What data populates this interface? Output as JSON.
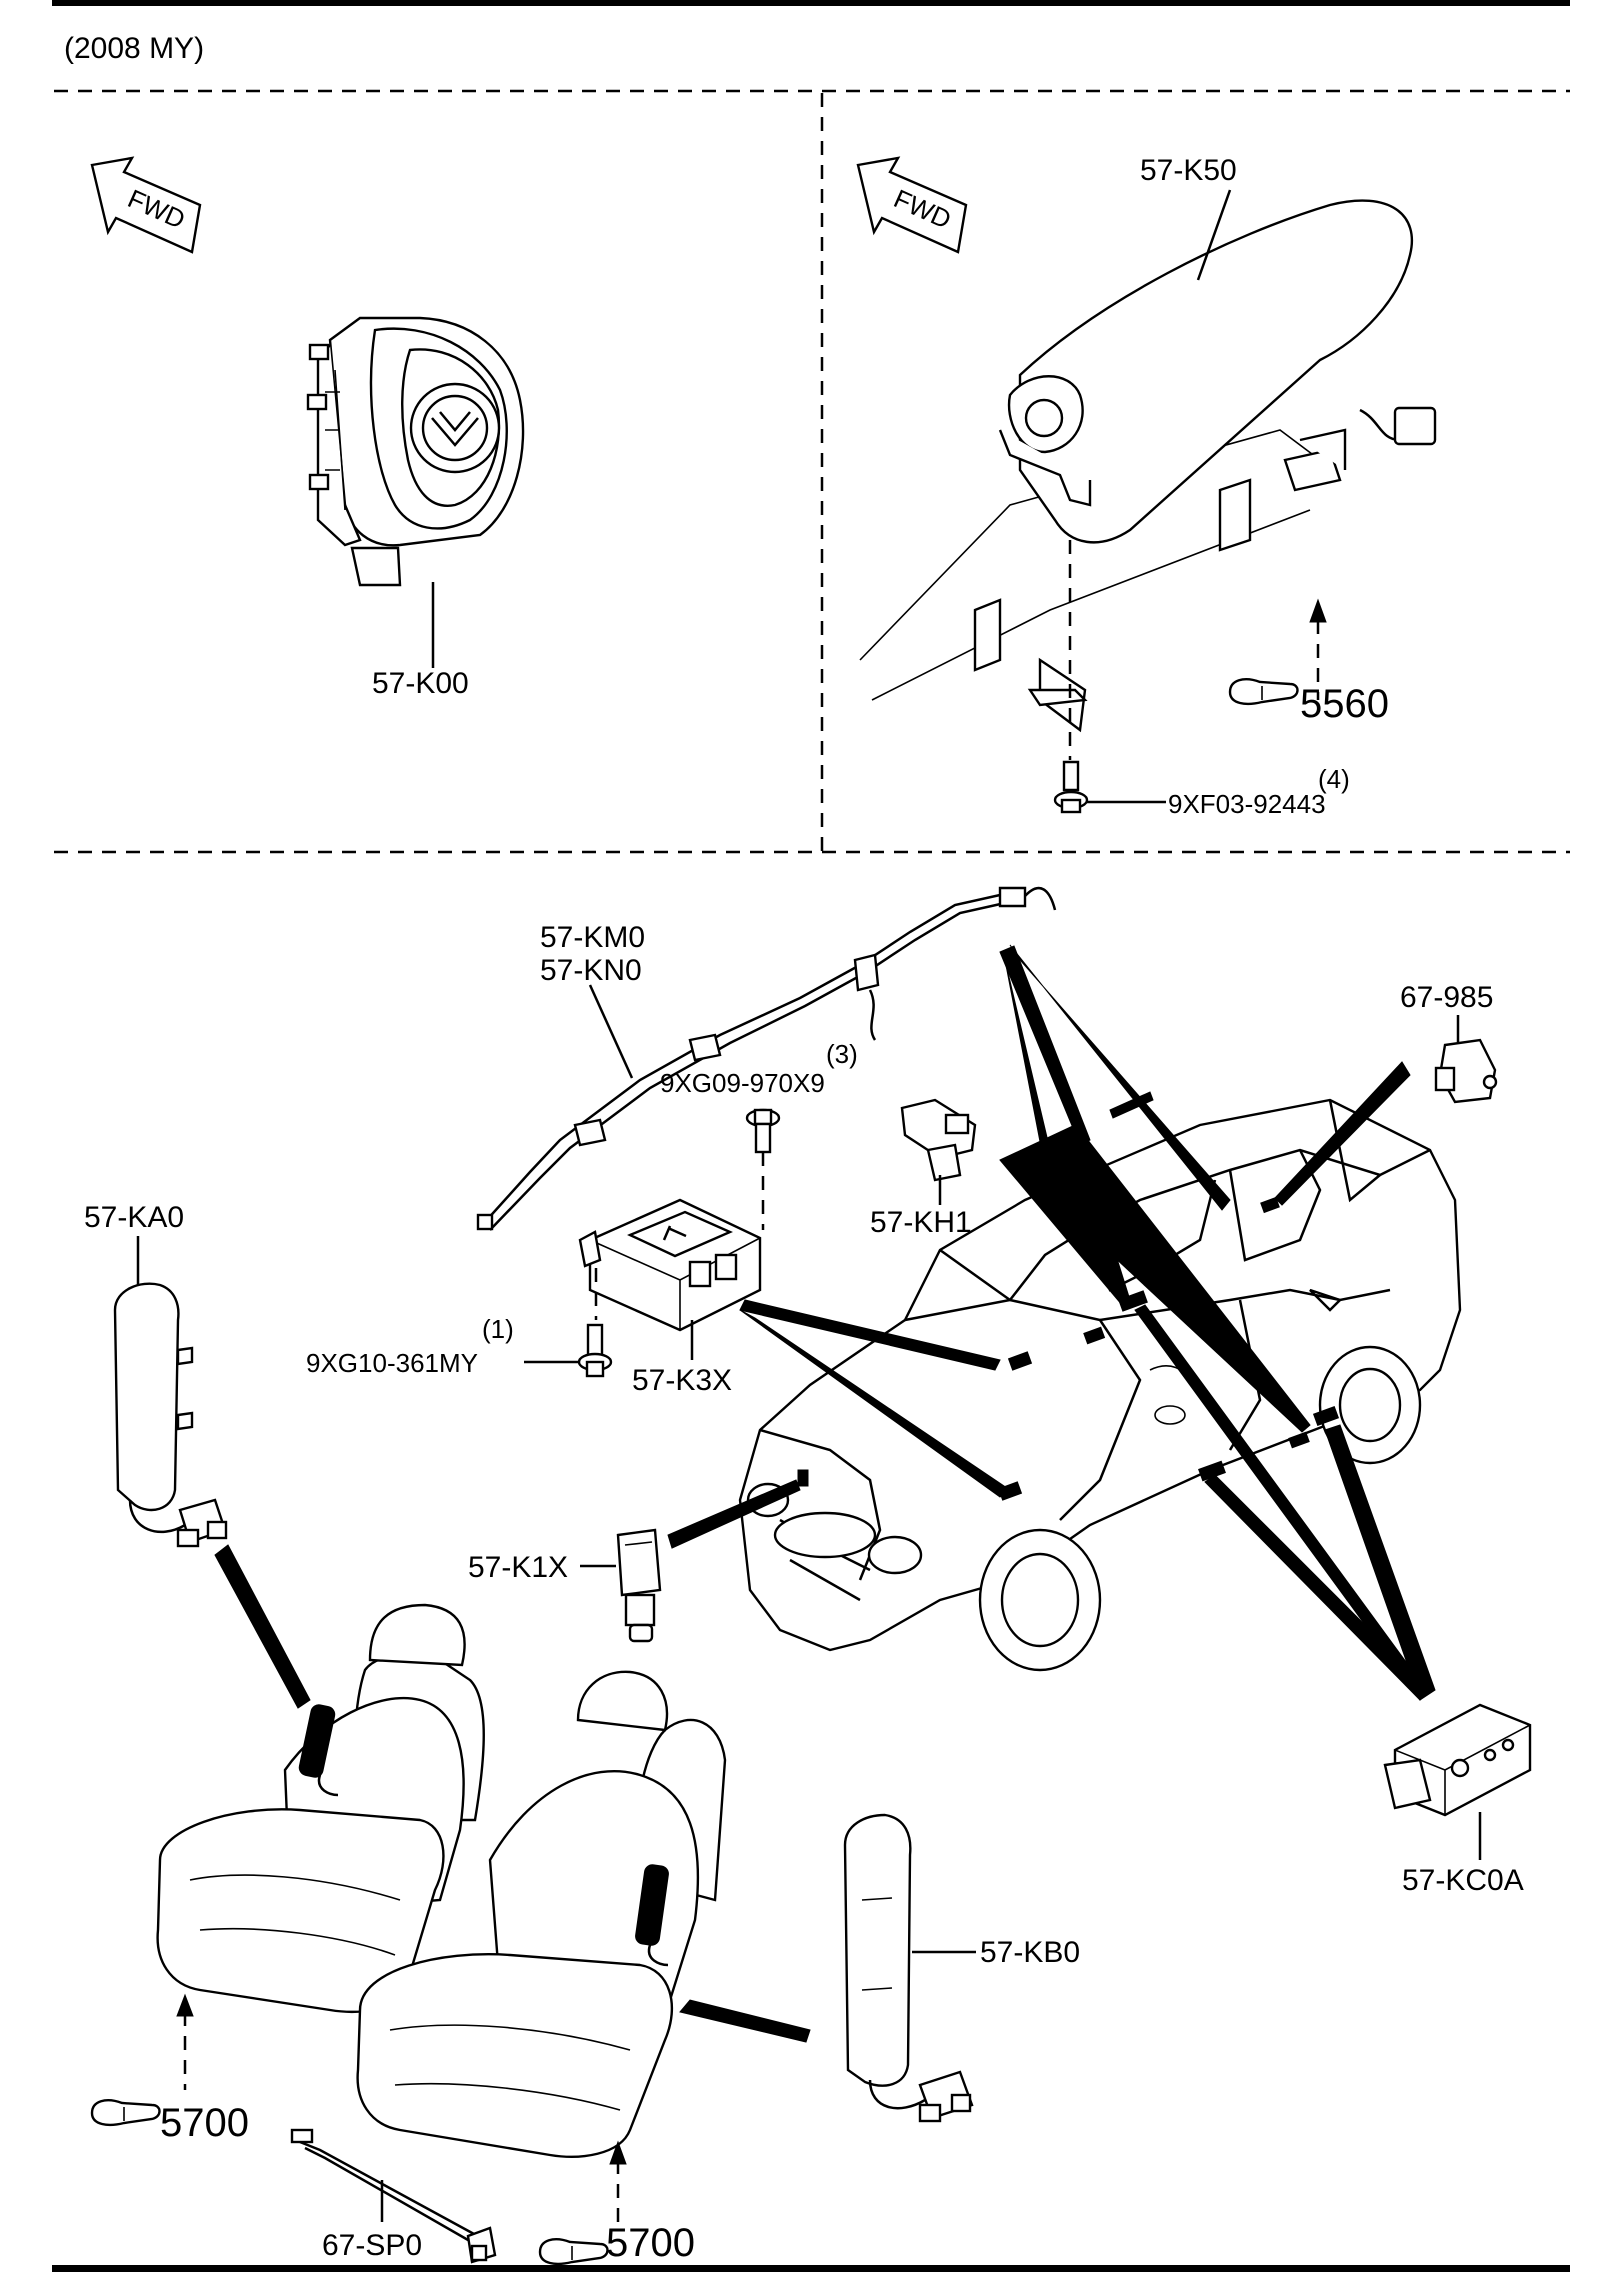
{
  "header": {
    "model_year": "(2008 MY)"
  },
  "top_left": {
    "fwd_label": "FWD",
    "steering_airbag": "57-K00"
  },
  "top_right": {
    "fwd_label": "FWD",
    "passenger_airbag": "57-K50",
    "ref_page": "5560",
    "bolt_part": "9XF03-92443",
    "bolt_qty": "(4)"
  },
  "bottom": {
    "curtain_airbag_1": "57-KM0",
    "curtain_airbag_2": "57-KN0",
    "control_module_bolt_qty": "(3)",
    "control_module_bolt": "9XG09-970X9",
    "sensor_kh1": "57-KH1",
    "sensor_985": "67-985",
    "seat_airbag_left": "57-KA0",
    "module_bolt_qty": "(1)",
    "module_bolt": "9XG10-361MY",
    "control_module": "57-K3X",
    "front_sensor": "57-K1X",
    "side_sensor": "57-KC0A",
    "seat_airbag_right": "57-KB0",
    "seat_ref_left": "5700",
    "seat_ref_right": "5700",
    "seat_harness": "67-SP0"
  }
}
